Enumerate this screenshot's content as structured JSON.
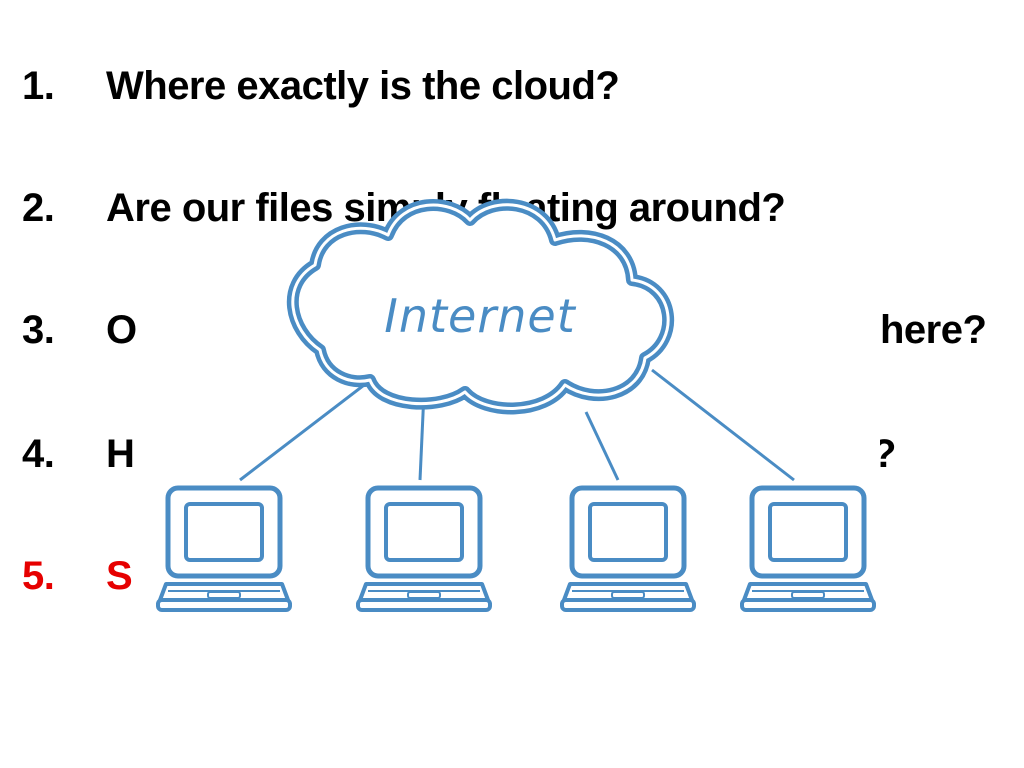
{
  "colors": {
    "text": "#000000",
    "highlight": "#E60000",
    "network": "#4A8CC4"
  },
  "questions": [
    {
      "number": "1.",
      "text": "Where exactly is the cloud?"
    },
    {
      "number": "2.",
      "text": "Are our files simply floating around?"
    },
    {
      "number": "3.",
      "text": "O",
      "text_tail": "here?"
    },
    {
      "number": "4.",
      "text": "H",
      "text_tail": "?"
    },
    {
      "number": "5.",
      "text": "S"
    }
  ],
  "diagram": {
    "cloud_label": "Internet",
    "icons": [
      "cloud-icon",
      "laptop-icon"
    ]
  }
}
